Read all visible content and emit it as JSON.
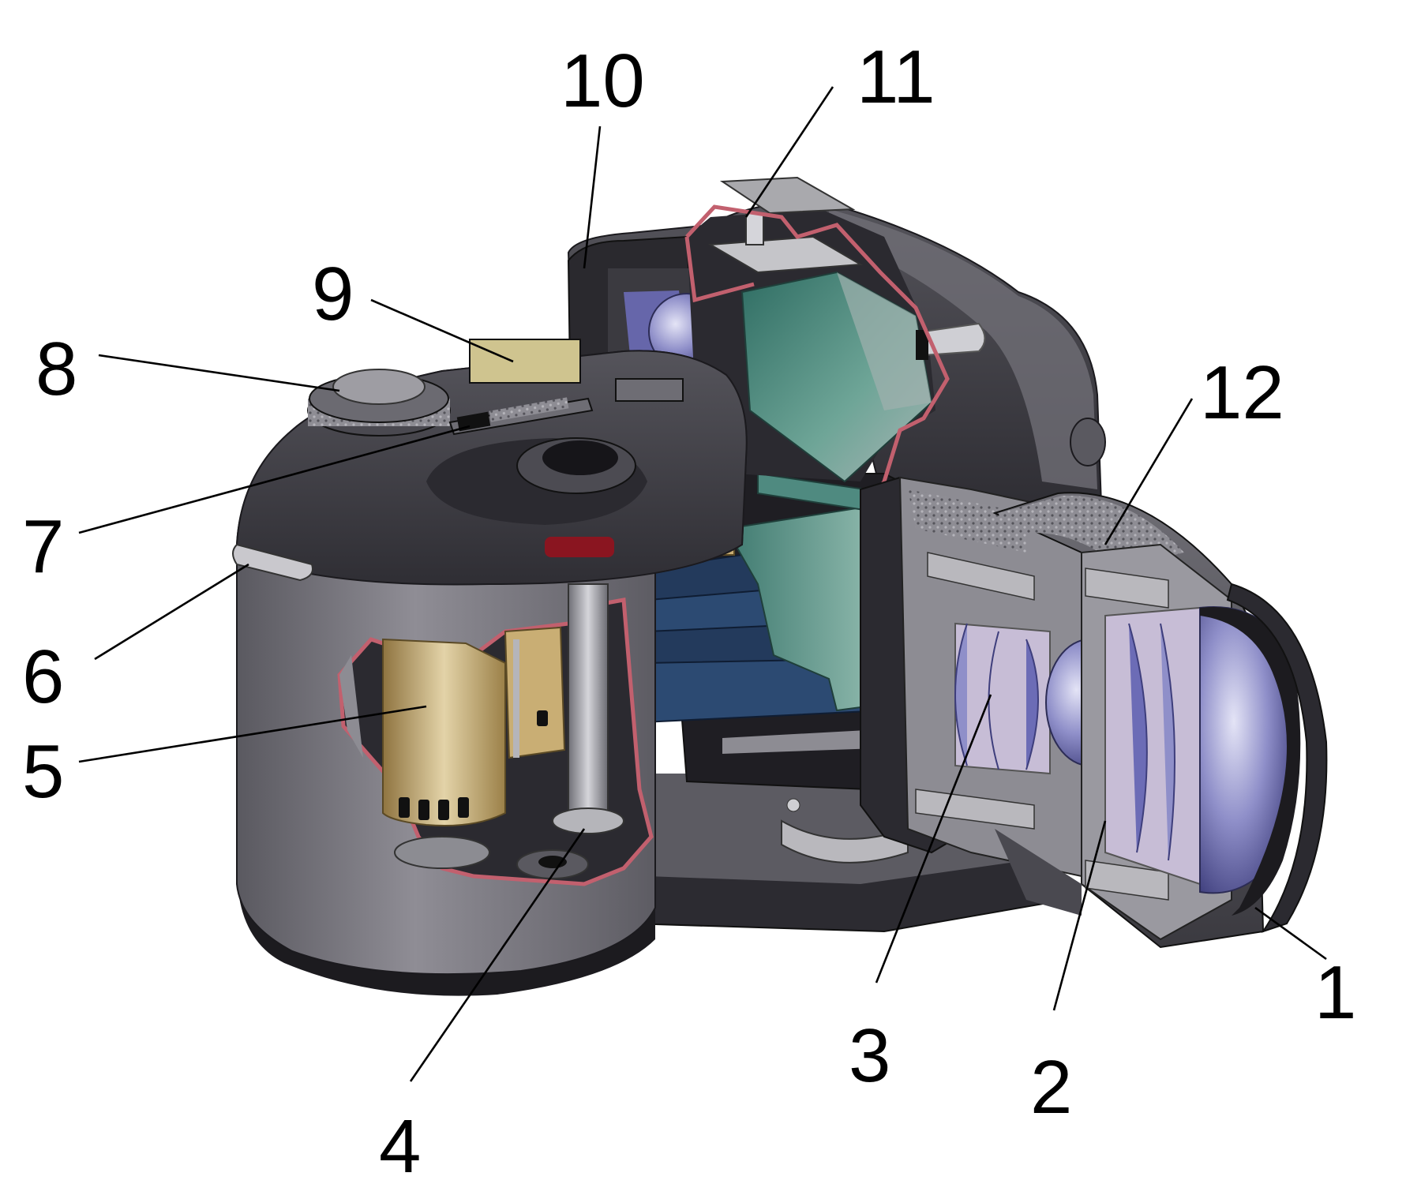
{
  "labels": [
    "1",
    "2",
    "3",
    "4",
    "5",
    "6",
    "7",
    "8",
    "9",
    "10",
    "11",
    "12"
  ],
  "colors": {
    "body_light": "#8d8b92",
    "body_mid": "#646269",
    "body_dark": "#3b3a40",
    "body_black": "#1c1b1f",
    "cutaway_edge": "#c2606e",
    "film_gold": "#c9ae74",
    "lens_blue": "#8f8fc9",
    "lens_pale": "#c7bdd6",
    "mirror_green": "#4f8a80",
    "lcd_yellow": "#cfc48f",
    "shutter_blue": "#233a5c",
    "metal_grey": "#a9a9ad",
    "red_indicator": "#8a1520"
  },
  "icons": [
    "camera-cutaway-illustration",
    "film-canister",
    "lens-element",
    "mirror",
    "pentaprism"
  ]
}
